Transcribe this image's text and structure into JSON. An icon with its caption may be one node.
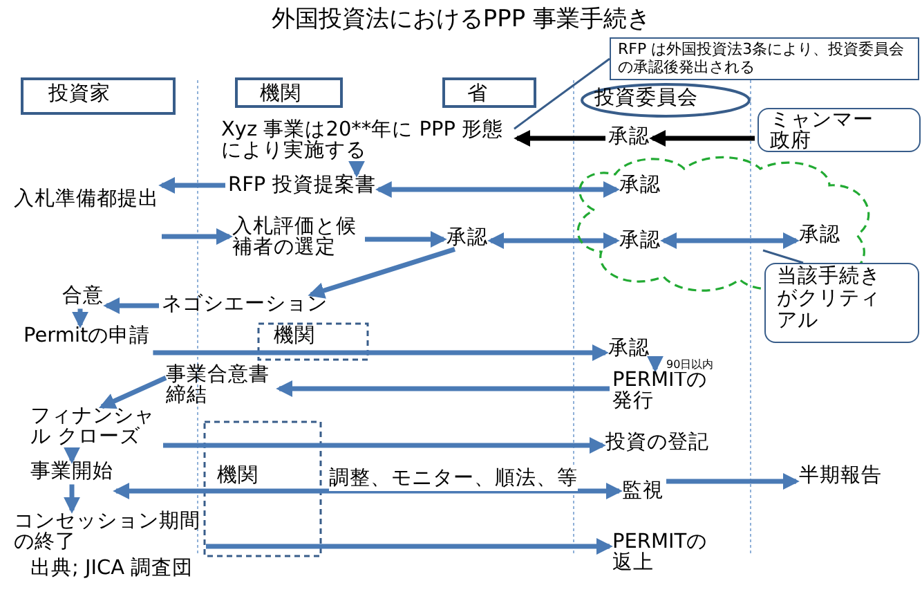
{
  "diagram": {
    "title": "外国投資法におけるPPP 事業手続き",
    "nodes": [
      {
        "text": [
          "投資家"
        ]
      },
      {
        "text": [
          "機関"
        ]
      },
      {
        "text": [
          "省"
        ]
      },
      {
        "text": [
          "投資委員会"
        ]
      },
      {
        "text": [
          "RFP は外国投資法3条により、投資委員会の承認後発出される"
        ]
      },
      {
        "text": [
          "Xyz 事業は20**年に PPP 形態により実施する"
        ]
      },
      {
        "text": [
          "承認"
        ]
      },
      {
        "text": [
          "ミャンマー政府"
        ]
      },
      {
        "text": [
          "RFP 投資提案書"
        ]
      },
      {
        "text": [
          "入札準備都提出"
        ]
      },
      {
        "text": [],
        "shape": "cloud"
      },
      {
        "text": [
          "承認"
        ],
        "in": 10
      },
      {
        "text": [
          "入札評価と候補者の選定"
        ]
      },
      {
        "text": [
          "承認"
        ]
      },
      {
        "text": [
          "承認"
        ],
        "in": 10
      },
      {
        "text": [
          "承認"
        ],
        "in": 10
      },
      {
        "text": [
          "当該手続きがクリティアル"
        ]
      },
      {
        "text": [
          "合意"
        ]
      },
      {
        "text": [
          "ネゴシエーション"
        ]
      },
      {
        "text": [
          "Permitの申請"
        ]
      },
      {
        "text": [
          "機関"
        ]
      },
      {
        "text": [
          "承認"
        ]
      },
      {
        "text": [
          "事業合意書締結"
        ]
      },
      {
        "text": [
          "PERMITの発行"
        ]
      },
      {
        "text": [
          "フィナンシャル クローズ"
        ]
      },
      {
        "text": [
          "投資の登記"
        ]
      },
      {
        "text": [
          "機関"
        ]
      },
      {
        "text": [
          "事業開始"
        ]
      },
      {
        "text": [
          "監視"
        ]
      },
      {
        "text": [
          "半期報告"
        ]
      },
      {
        "text": [
          "コンセッション期間の終了"
        ]
      },
      {
        "text": [
          "PERMITの返上"
        ]
      }
    ],
    "edges": [
      {
        "from": 6,
        "to": 5,
        "arrow": "to",
        "color": "#000000"
      },
      {
        "from": 7,
        "to": 6,
        "arrow": "to",
        "color": "#000000"
      },
      {
        "from": 5,
        "to": 8,
        "arrow": "to"
      },
      {
        "from": 8,
        "to": 9,
        "arrow": "to"
      },
      {
        "from": 8,
        "to": 11,
        "arrow": "both"
      },
      {
        "from": 9,
        "to": 12,
        "arrow": "to"
      },
      {
        "from": 12,
        "to": 13,
        "arrow": "to"
      },
      {
        "from": 13,
        "to": 14,
        "arrow": "both"
      },
      {
        "from": 14,
        "to": 15,
        "arrow": "both"
      },
      {
        "from": 13,
        "to": 18,
        "arrow": "to"
      },
      {
        "from": 18,
        "to": 17,
        "arrow": "to"
      },
      {
        "from": 17,
        "to": 19,
        "arrow": "to"
      },
      {
        "from": 19,
        "to": 21,
        "arrow": "to"
      },
      {
        "from": 21,
        "to": 23,
        "arrow": "to",
        "label": "90日以内"
      },
      {
        "from": 23,
        "to": 22,
        "arrow": "to"
      },
      {
        "from": 22,
        "to": 24,
        "arrow": "to"
      },
      {
        "from": 24,
        "to": 25,
        "arrow": "to"
      },
      {
        "from": 24,
        "to": 27,
        "arrow": "to"
      },
      {
        "from": 28,
        "to": 27,
        "arrow": "both",
        "label": "調整、モニター、順法、等"
      },
      {
        "from": 28,
        "to": 29,
        "arrow": "to"
      },
      {
        "from": 27,
        "to": 30,
        "arrow": "to"
      },
      {
        "from": 30,
        "to": 31,
        "arrow": "to"
      },
      {
        "from": 4,
        "to": 5,
        "arrow": "none",
        "color": "#385d8a"
      },
      {
        "from": 16,
        "to": 10,
        "arrow": "none",
        "color": "#385d8a"
      }
    ],
    "labels": [
      "出典; JICA 調査団"
    ]
  }
}
